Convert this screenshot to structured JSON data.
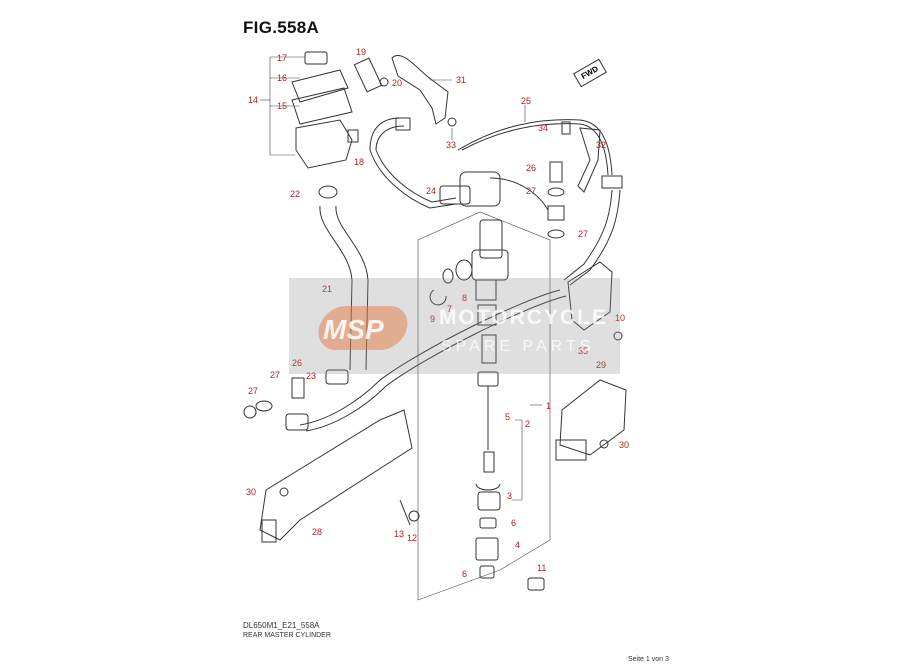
{
  "figure": {
    "title": "FIG.558A",
    "code": "DL650M1_E21_558A",
    "description": "REAR MASTER CYLINDER",
    "page": "Seite 1 von 3",
    "fwd_label": "FWD"
  },
  "watermark": {
    "logo": "MSP",
    "brand": "MOTORCYCLE",
    "sub": "SPARE PARTS"
  },
  "callouts": [
    {
      "id": "17",
      "label": "17"
    },
    {
      "id": "16",
      "label": "16"
    },
    {
      "id": "14",
      "label": "14"
    },
    {
      "id": "15",
      "label": "15"
    },
    {
      "id": "19",
      "label": "19"
    },
    {
      "id": "20",
      "label": "20"
    },
    {
      "id": "31",
      "label": "31"
    },
    {
      "id": "25",
      "label": "25"
    },
    {
      "id": "34",
      "label": "34"
    },
    {
      "id": "32",
      "label": "32"
    },
    {
      "id": "33",
      "label": "33"
    },
    {
      "id": "18",
      "label": "18"
    },
    {
      "id": "26a",
      "label": "26"
    },
    {
      "id": "27a",
      "label": "27"
    },
    {
      "id": "22",
      "label": "22"
    },
    {
      "id": "24",
      "label": "24"
    },
    {
      "id": "27b",
      "label": "27"
    },
    {
      "id": "21",
      "label": "21"
    },
    {
      "id": "7",
      "label": "7"
    },
    {
      "id": "8",
      "label": "8"
    },
    {
      "id": "9",
      "label": "9"
    },
    {
      "id": "10",
      "label": "10"
    },
    {
      "id": "35",
      "label": "35"
    },
    {
      "id": "26b",
      "label": "26"
    },
    {
      "id": "27c",
      "label": "27"
    },
    {
      "id": "23",
      "label": "23"
    },
    {
      "id": "27d",
      "label": "27"
    },
    {
      "id": "29",
      "label": "29"
    },
    {
      "id": "5",
      "label": "5"
    },
    {
      "id": "1",
      "label": "1"
    },
    {
      "id": "2",
      "label": "2"
    },
    {
      "id": "30a",
      "label": "30"
    },
    {
      "id": "3",
      "label": "3"
    },
    {
      "id": "30b",
      "label": "30"
    },
    {
      "id": "28",
      "label": "28"
    },
    {
      "id": "6a",
      "label": "6"
    },
    {
      "id": "13",
      "label": "13"
    },
    {
      "id": "12",
      "label": "12"
    },
    {
      "id": "4",
      "label": "4"
    },
    {
      "id": "6b",
      "label": "6"
    },
    {
      "id": "11",
      "label": "11"
    }
  ]
}
